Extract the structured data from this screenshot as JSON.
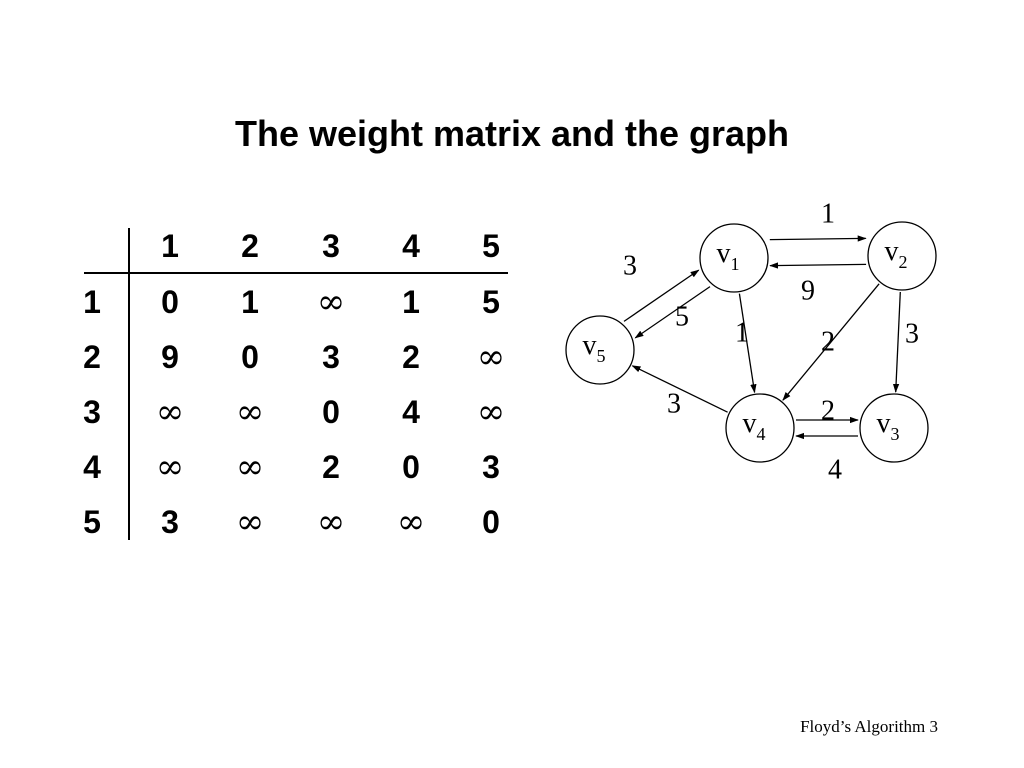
{
  "slide": {
    "title": "The weight matrix and the graph",
    "footer": "Floyd’s Algorithm 3"
  },
  "matrix": {
    "column_headers": [
      "1",
      "2",
      "3",
      "4",
      "5"
    ],
    "row_headers": [
      "1",
      "2",
      "3",
      "4",
      "5"
    ],
    "cells": [
      [
        "0",
        "1",
        "∞",
        "1",
        "5"
      ],
      [
        "9",
        "0",
        "3",
        "2",
        "∞"
      ],
      [
        "∞",
        "∞",
        "0",
        "4",
        "∞"
      ],
      [
        "∞",
        "∞",
        "2",
        "0",
        "3"
      ],
      [
        "3",
        "∞",
        "∞",
        "∞",
        "0"
      ]
    ]
  },
  "graph": {
    "nodes": [
      {
        "id": "v1",
        "letter": "v",
        "sub": "1"
      },
      {
        "id": "v2",
        "letter": "v",
        "sub": "2"
      },
      {
        "id": "v3",
        "letter": "v",
        "sub": "3"
      },
      {
        "id": "v4",
        "letter": "v",
        "sub": "4"
      },
      {
        "id": "v5",
        "letter": "v",
        "sub": "5"
      }
    ],
    "edges": [
      {
        "from": "v1",
        "to": "v2",
        "weight": "1"
      },
      {
        "from": "v2",
        "to": "v1",
        "weight": "9"
      },
      {
        "from": "v1",
        "to": "v4",
        "weight": "1"
      },
      {
        "from": "v1",
        "to": "v5",
        "weight": "5"
      },
      {
        "from": "v5",
        "to": "v1",
        "weight": "3"
      },
      {
        "from": "v2",
        "to": "v3",
        "weight": "3"
      },
      {
        "from": "v2",
        "to": "v4",
        "weight": "2"
      },
      {
        "from": "v4",
        "to": "v3",
        "weight": "2"
      },
      {
        "from": "v3",
        "to": "v4",
        "weight": "4"
      },
      {
        "from": "v4",
        "to": "v5",
        "weight": "3"
      }
    ]
  }
}
